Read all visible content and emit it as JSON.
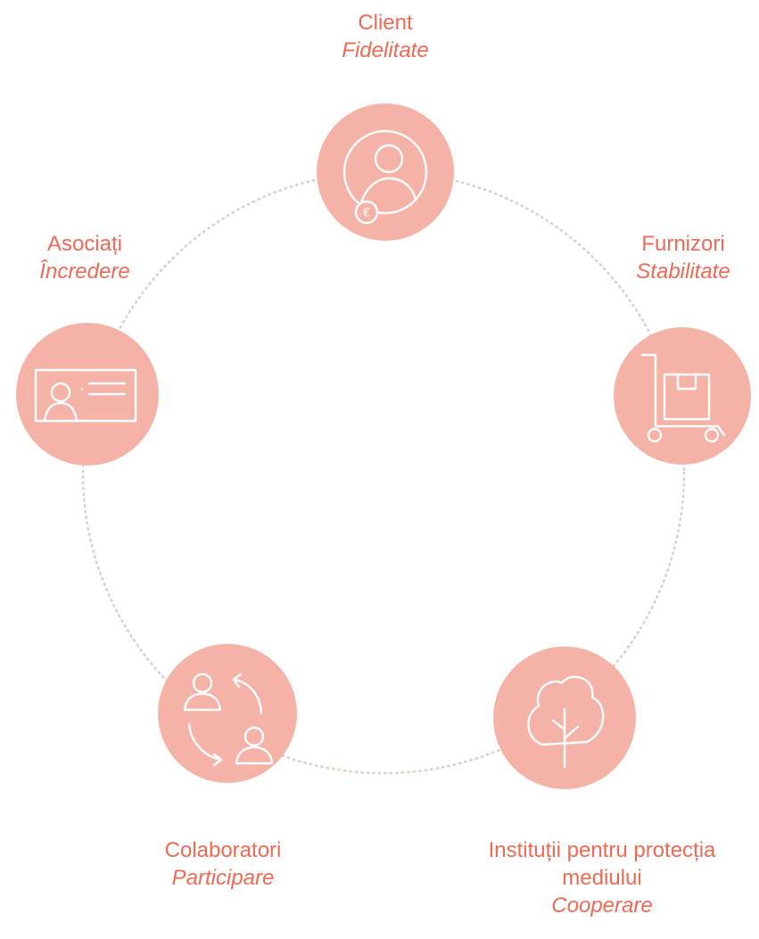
{
  "colors": {
    "node_fill": "#f4b3a6",
    "text": "#ef6a55",
    "dotted_ring": "#d9cfc8",
    "icon_stroke": "#ffffff"
  },
  "nodes": [
    {
      "id": "client",
      "name": "Client",
      "value": "Fidelitate",
      "icon": "user-euro-icon"
    },
    {
      "id": "furnizori",
      "name": "Furnizori",
      "value": "Stabilitate",
      "icon": "cart-box-icon"
    },
    {
      "id": "institutii",
      "name": "Instituții pentru protecția mediului",
      "value": "Cooperare",
      "icon": "tree-icon"
    },
    {
      "id": "colaboratori",
      "name": "Colaboratori",
      "value": "Participare",
      "icon": "users-exchange-icon"
    },
    {
      "id": "asociati",
      "name": "Asociați",
      "value": "Încredere",
      "icon": "id-card-icon"
    }
  ]
}
